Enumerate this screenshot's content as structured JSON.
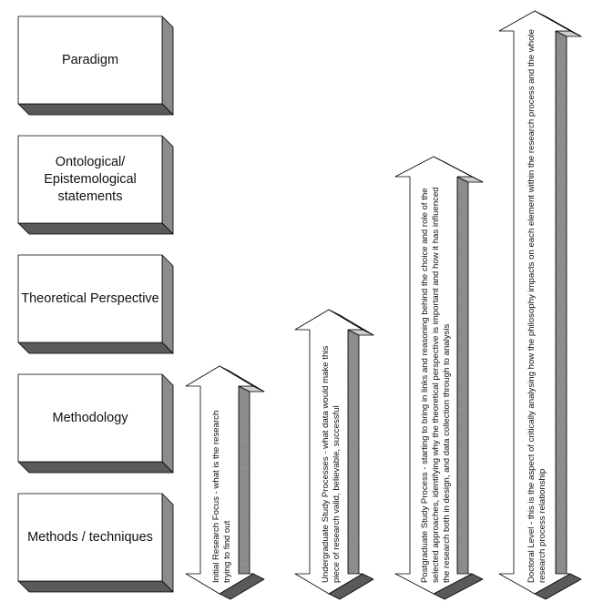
{
  "boxes": [
    {
      "label": "Paradigm"
    },
    {
      "label": "Ontological/ Epistemological statements"
    },
    {
      "label": "Theoretical Perspective"
    },
    {
      "label": "Methodology"
    },
    {
      "label": "Methods / techniques"
    }
  ],
  "arrows": [
    {
      "label": "Initial Research Focus - what is the research trying to find out"
    },
    {
      "label": "Undergraduate Study Processes - what data would make this piece of research valid, believable, successful"
    },
    {
      "label": "Postgraduate Study Process - starting to bring in links and reasoning behind the choice and role of the selected approaches, identifying why the theoretical perspective is important and how it has influenced the research both in design, and data collection through to analysis"
    },
    {
      "label": "Doctoral Level - this is the aspect of critically analysing how the philosophy impacts on each element within the research process and the whole research process relationship"
    }
  ],
  "colors": {
    "face": "#ffffff",
    "side": "#8c8c8c",
    "top": "#cfcfcf",
    "bottom": "#5a5a5a",
    "outline": "#000000",
    "stripe": "#9a9a9a"
  }
}
